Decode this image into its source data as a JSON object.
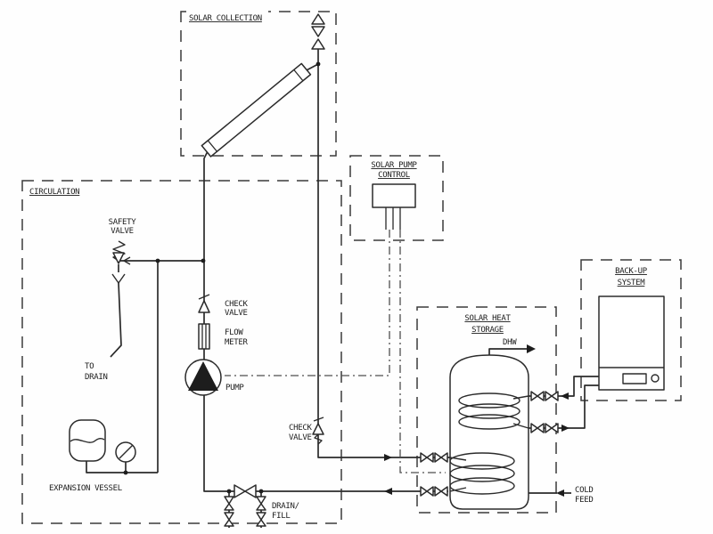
{
  "diagram": {
    "type": "schematic",
    "subject": "solar thermal water heating system piping diagram",
    "boxes": {
      "solar_collection": "SOLAR COLLECTION",
      "circulation": "CIRCULATION",
      "solar_pump_control": [
        "SOLAR PUMP",
        "CONTROL"
      ],
      "solar_heat_storage": [
        "SOLAR HEAT",
        "STORAGE"
      ],
      "back_up_system": [
        "BACK-UP",
        "SYSTEM"
      ]
    },
    "labels": {
      "safety_valve": [
        "SAFETY",
        "VALVE"
      ],
      "check_valve_upper": [
        "CHECK",
        "VALVE"
      ],
      "flow_meter": [
        "FLOW",
        "METER"
      ],
      "pump": "PUMP",
      "to_drain": [
        "TO",
        "DRAIN"
      ],
      "expansion_vessel": "EXPANSION VESSEL",
      "check_valve_mid": [
        "CHECK",
        "VALVE"
      ],
      "drain_fill": [
        "DRAIN/",
        "FILL"
      ],
      "dhw": "DHW",
      "cold_feed": [
        "COLD",
        "FEED"
      ]
    },
    "symbols": [
      "solar-collector-panel",
      "air-vent",
      "safety-valve",
      "tundish-drain",
      "check-valve",
      "flow-meter",
      "circulation-pump",
      "expansion-vessel",
      "pressure-gauge",
      "gate-valve",
      "drain-fill-valves",
      "storage-tank",
      "heat-exchanger-coil-upper",
      "heat-exchanger-coil-lower",
      "boiler",
      "controller-unit",
      "isolation-valve-pair",
      "flow-arrow"
    ],
    "colors": {
      "pipe_line": "#2b2b2b",
      "dashed_box": "#3a3a3a",
      "control_wire": "#4f4f4f",
      "background": "#fefefe",
      "text": "#1d1d1d"
    }
  }
}
